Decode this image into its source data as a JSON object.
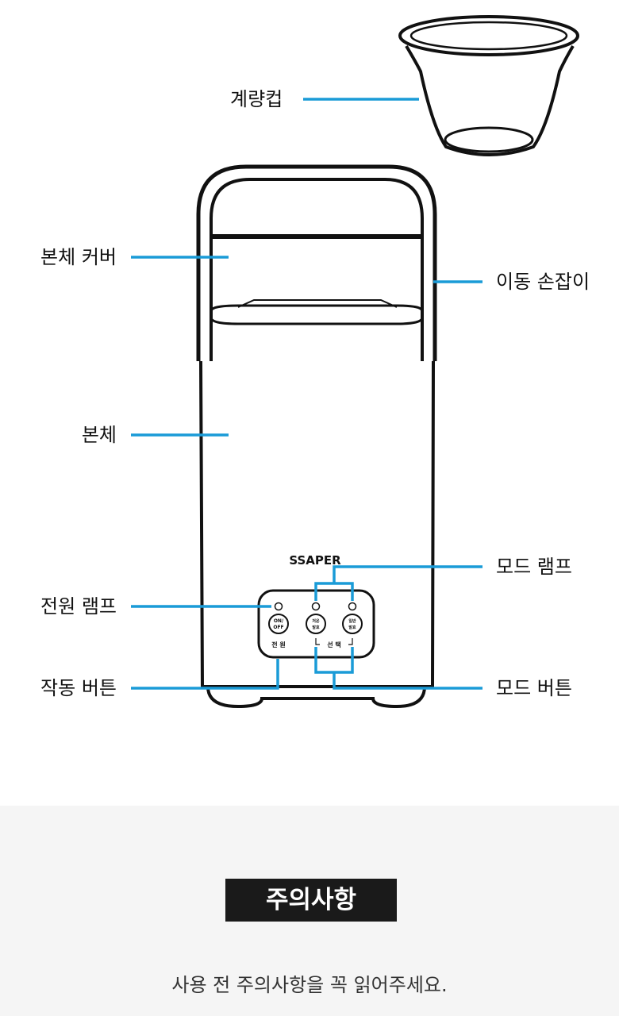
{
  "diagram": {
    "labels": {
      "measuring_cup": "계량컵",
      "body_cover": "본체 커버",
      "carry_handle": "이동 손잡이",
      "body": "본체",
      "power_lamp": "전원 램프",
      "mode_lamp": "모드 램프",
      "power_button": "작동 버튼",
      "mode_button": "모드 버튼"
    },
    "brand": "SSAPER",
    "panel": {
      "on_off": [
        "ON/",
        "OFF"
      ],
      "low_temp": [
        "저온",
        "발효"
      ],
      "normal": [
        "일반",
        "발효"
      ],
      "power_caption": "전 원",
      "select_caption": "선 택"
    },
    "accent_color": "#1a9bd7"
  },
  "notice": {
    "title": "주의사항",
    "subtitle": "사용 전 주의사항을 꼭 읽어주세요."
  }
}
